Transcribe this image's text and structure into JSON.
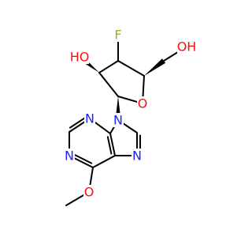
{
  "molecule": {
    "atoms": {
      "F": "F",
      "OH_left": "HO",
      "O_ring": "O",
      "OH_right": "OH",
      "N9": "N",
      "N3": "N",
      "N1": "N",
      "N7": "N",
      "O_methoxy": "O"
    },
    "colors": {
      "carbon": "#000000",
      "nitrogen": "#2020ff",
      "oxygen": "#ff0d0d",
      "fluorine": "#8fb31a"
    }
  }
}
